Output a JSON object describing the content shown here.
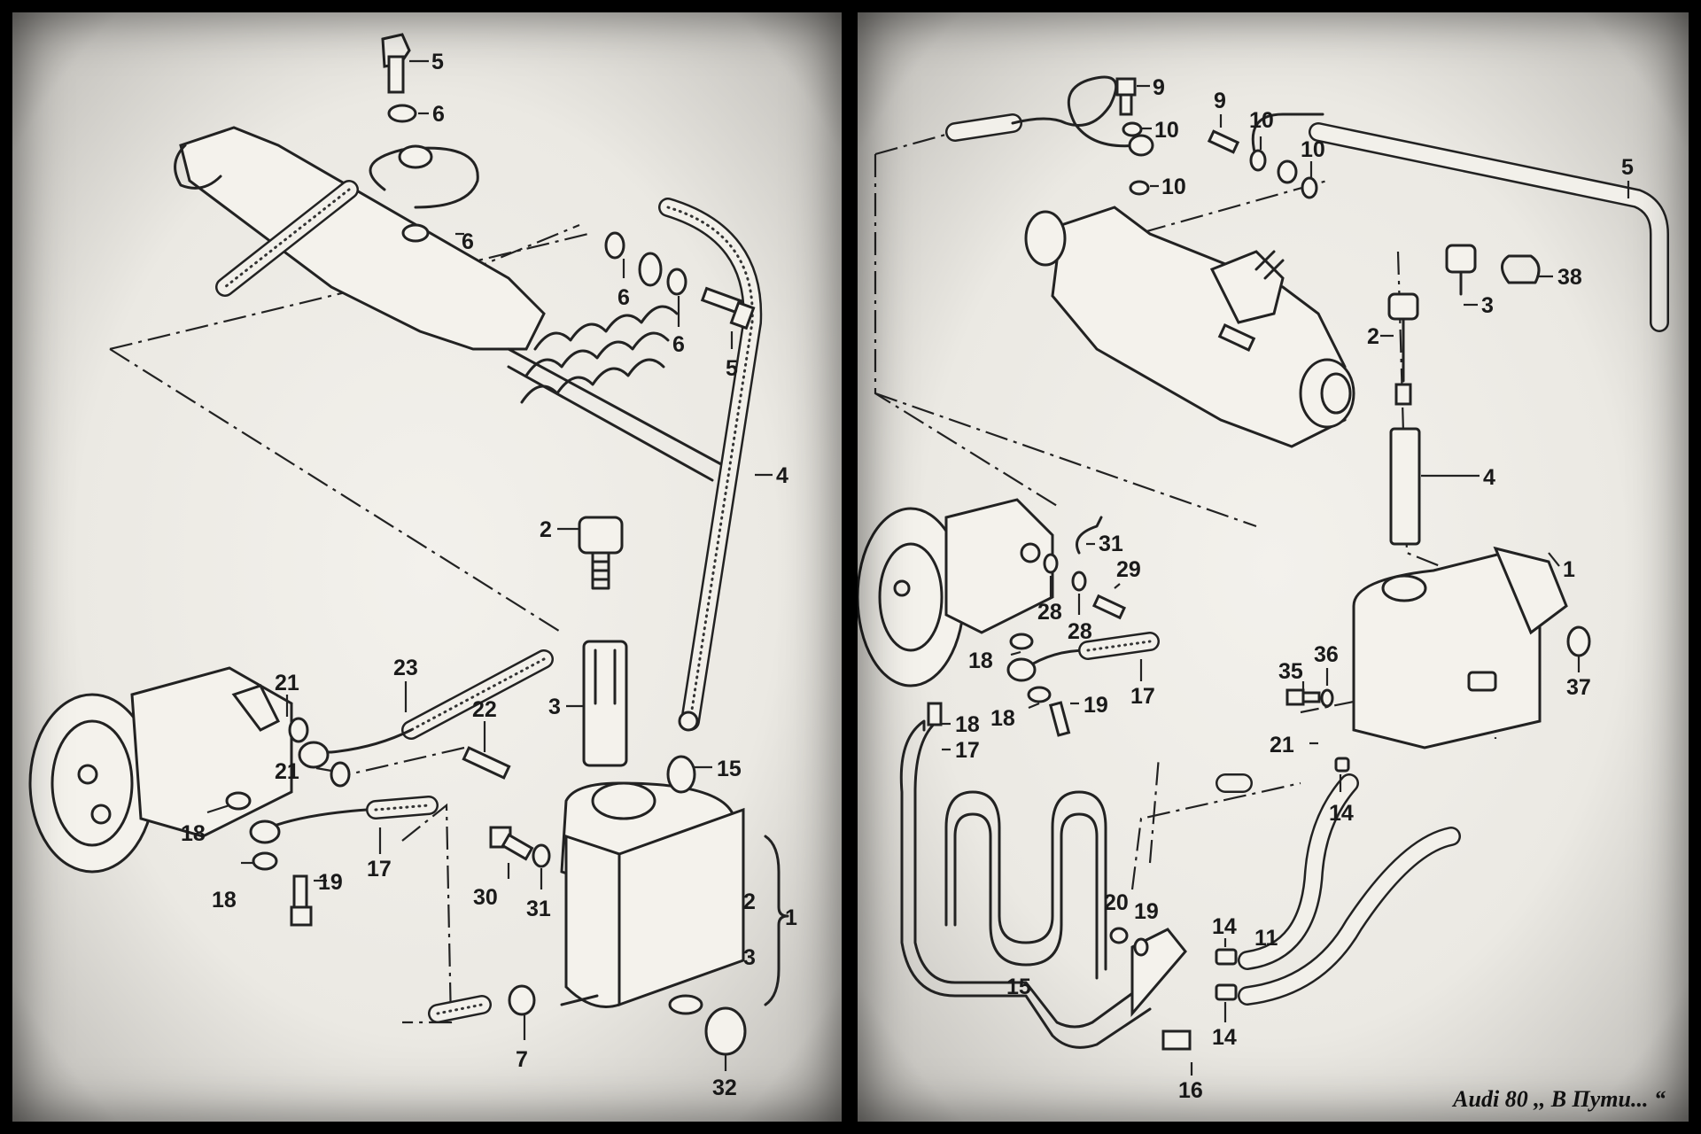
{
  "caption": "Audi 80 ,, В Пути... “",
  "left_diagram": {
    "labels": [
      {
        "id": "l5a",
        "text": "5"
      },
      {
        "id": "l6a",
        "text": "6"
      },
      {
        "id": "l6b",
        "text": "6"
      },
      {
        "id": "l6c",
        "text": "6"
      },
      {
        "id": "l6d",
        "text": "6"
      },
      {
        "id": "l5b",
        "text": "5"
      },
      {
        "id": "l4",
        "text": "4"
      },
      {
        "id": "l2",
        "text": "2"
      },
      {
        "id": "l3",
        "text": "3"
      },
      {
        "id": "l15",
        "text": "15"
      },
      {
        "id": "l23",
        "text": "23"
      },
      {
        "id": "l21a",
        "text": "21"
      },
      {
        "id": "l21b",
        "text": "21"
      },
      {
        "id": "l22",
        "text": "22"
      },
      {
        "id": "l18a",
        "text": "18"
      },
      {
        "id": "l17",
        "text": "17"
      },
      {
        "id": "l18b",
        "text": "18"
      },
      {
        "id": "l19",
        "text": "19"
      },
      {
        "id": "l30",
        "text": "30"
      },
      {
        "id": "l31",
        "text": "31"
      },
      {
        "id": "l2r",
        "text": "2"
      },
      {
        "id": "l1",
        "text": "1"
      },
      {
        "id": "l3r",
        "text": "3"
      },
      {
        "id": "l7",
        "text": "7"
      },
      {
        "id": "l32",
        "text": "32"
      }
    ]
  },
  "right_diagram": {
    "labels": [
      {
        "id": "r9a",
        "text": "9"
      },
      {
        "id": "r10a",
        "text": "10"
      },
      {
        "id": "r10b",
        "text": "10"
      },
      {
        "id": "r9b",
        "text": "9"
      },
      {
        "id": "r10c",
        "text": "10"
      },
      {
        "id": "r10d",
        "text": "10"
      },
      {
        "id": "r5",
        "text": "5"
      },
      {
        "id": "r38",
        "text": "38"
      },
      {
        "id": "r3",
        "text": "3"
      },
      {
        "id": "r2",
        "text": "2"
      },
      {
        "id": "r4",
        "text": "4"
      },
      {
        "id": "r1",
        "text": "1"
      },
      {
        "id": "r31",
        "text": "31"
      },
      {
        "id": "r29",
        "text": "29"
      },
      {
        "id": "r28a",
        "text": "28"
      },
      {
        "id": "r28b",
        "text": "28"
      },
      {
        "id": "r18a",
        "text": "18"
      },
      {
        "id": "r17a",
        "text": "17"
      },
      {
        "id": "r18b",
        "text": "18"
      },
      {
        "id": "r19a",
        "text": "19"
      },
      {
        "id": "r35",
        "text": "35"
      },
      {
        "id": "r36",
        "text": "36"
      },
      {
        "id": "r37",
        "text": "37"
      },
      {
        "id": "r18c",
        "text": "18"
      },
      {
        "id": "r17b",
        "text": "17"
      },
      {
        "id": "r21",
        "text": "21"
      },
      {
        "id": "r14a",
        "text": "14"
      },
      {
        "id": "r20",
        "text": "20"
      },
      {
        "id": "r19b",
        "text": "19"
      },
      {
        "id": "r14b",
        "text": "14"
      },
      {
        "id": "r11",
        "text": "11"
      },
      {
        "id": "r15",
        "text": "15"
      },
      {
        "id": "r14c",
        "text": "14"
      },
      {
        "id": "r16",
        "text": "16"
      }
    ]
  }
}
